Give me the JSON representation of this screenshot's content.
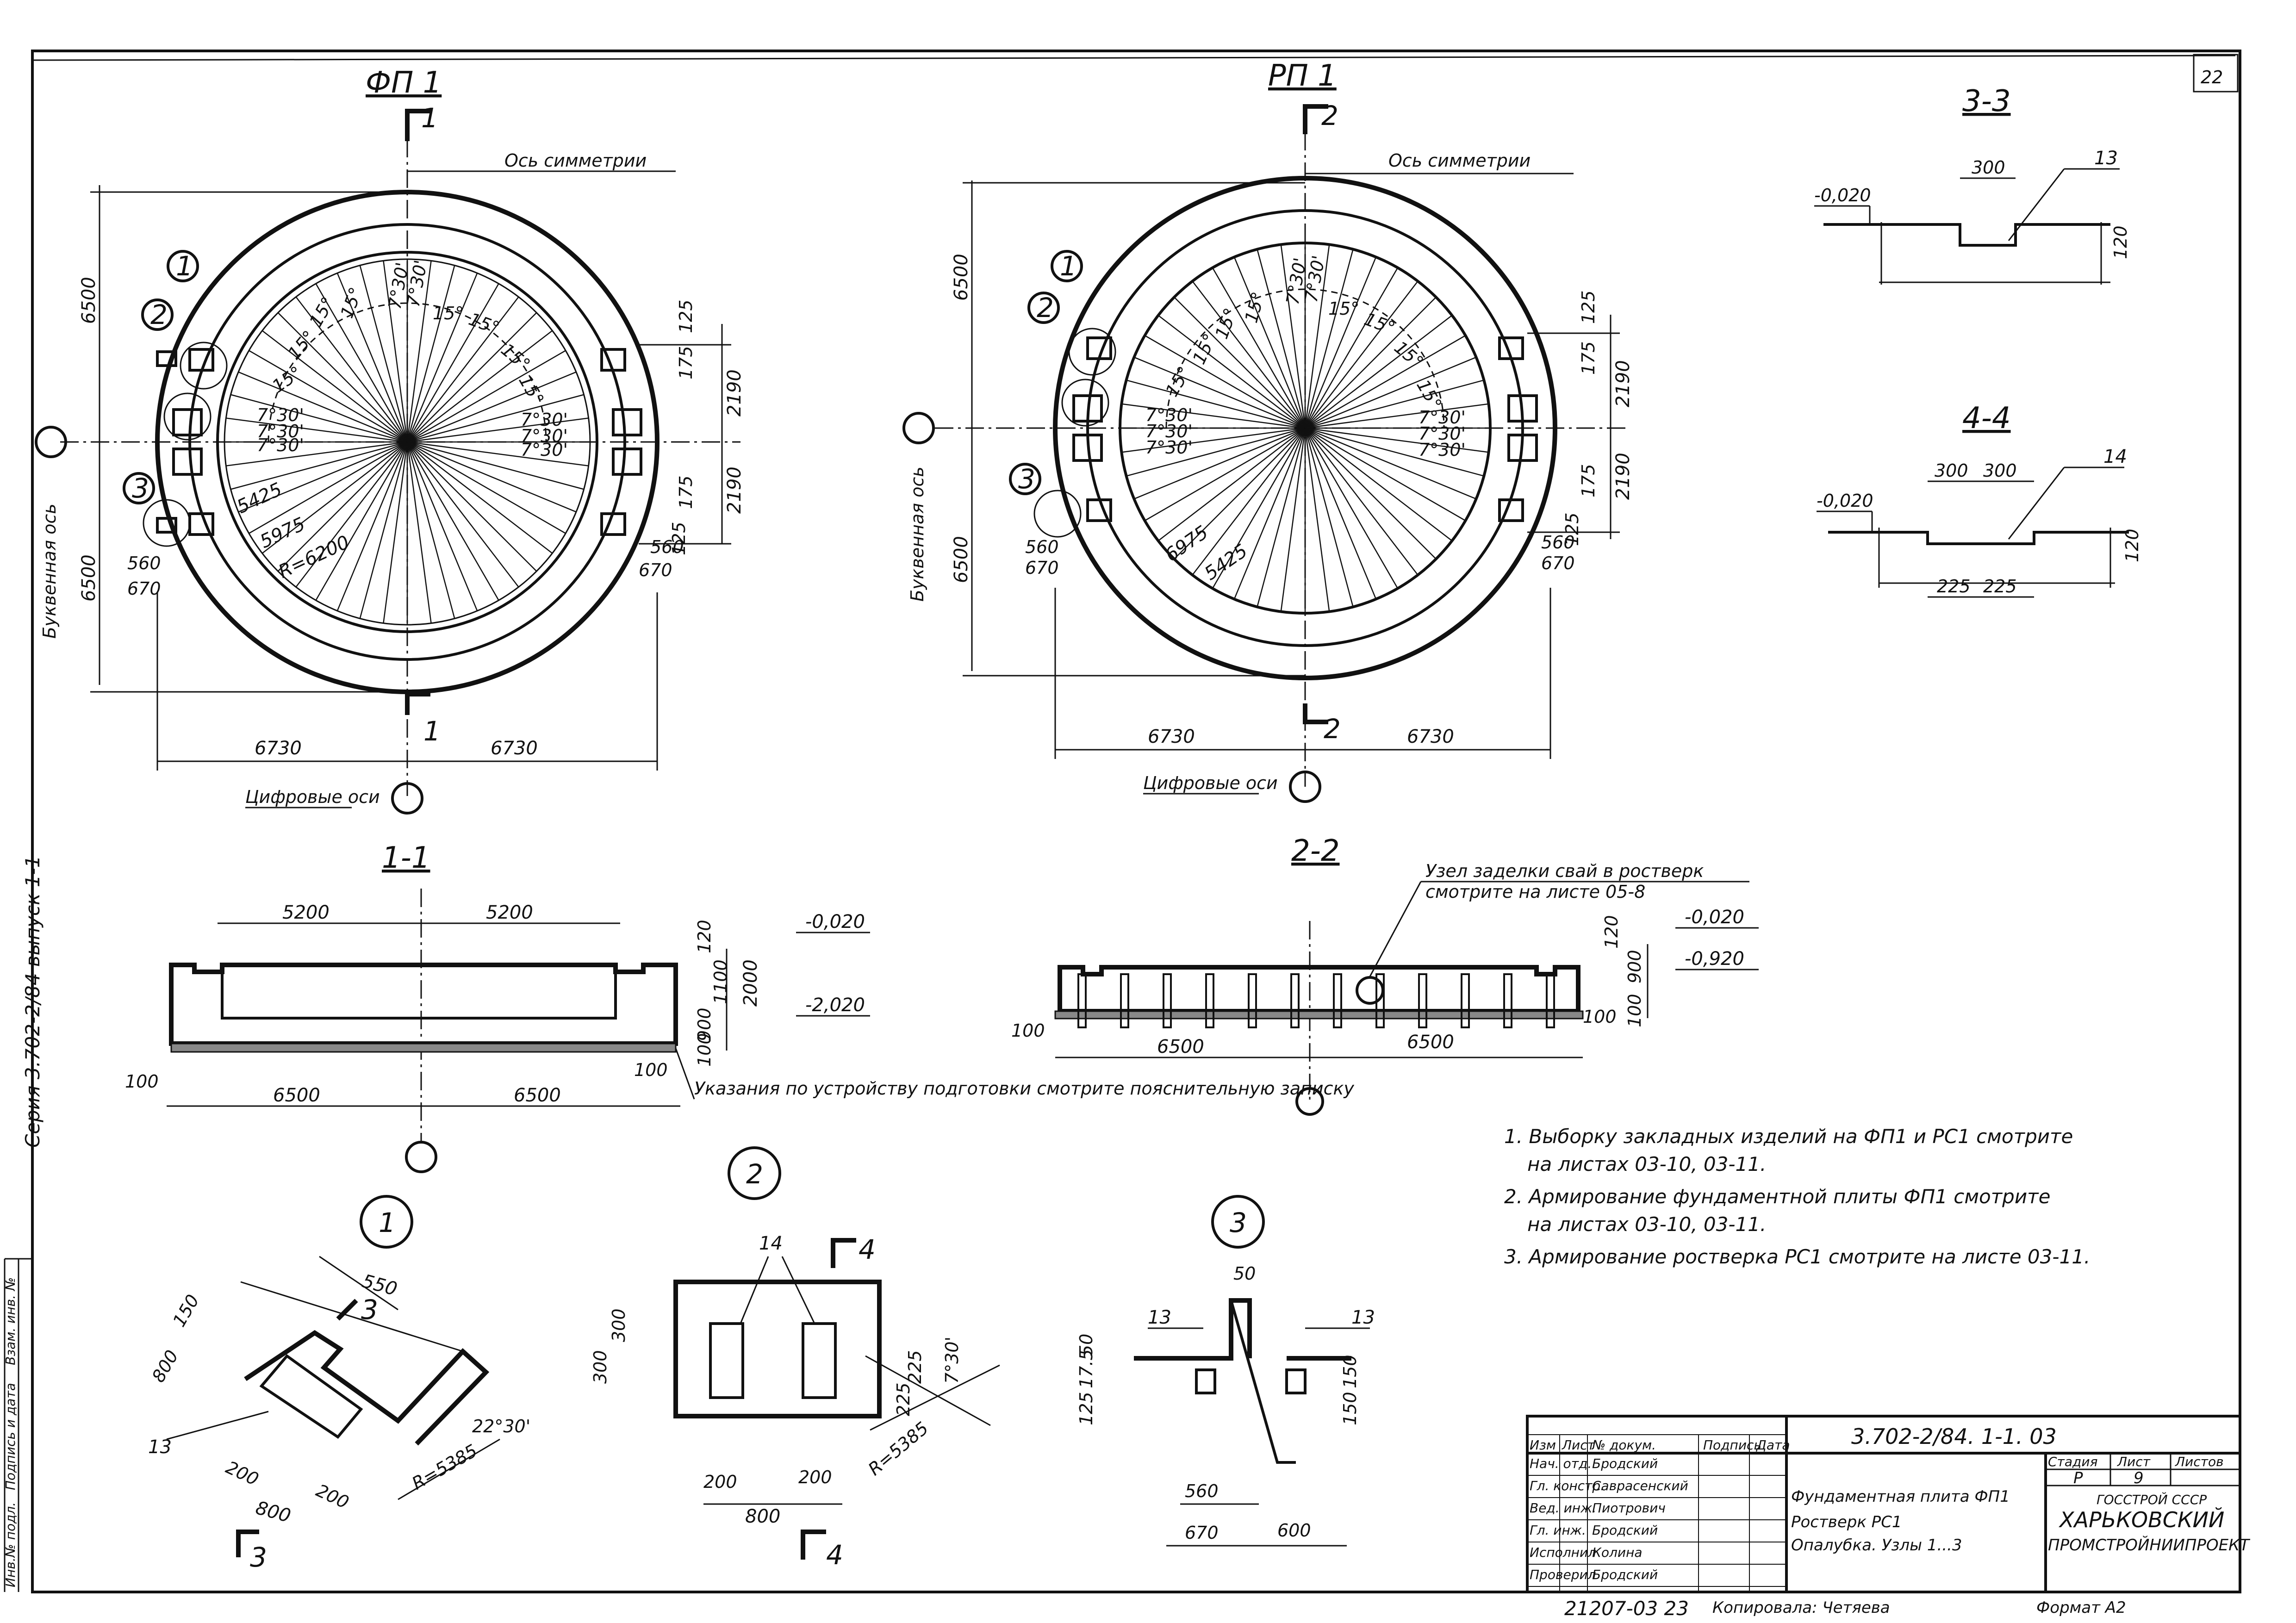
{
  "sheet": {
    "sheet_no": "22",
    "series_label": "Серия 3.702-2/84  выпуск 1-1",
    "left_stamp": [
      "Инв.№ подл.",
      "Подпись и дата",
      "Взам. инв. №"
    ],
    "copy_info": "21207-03   23",
    "copied_by": "Копировала: Четяева",
    "format": "Формат А2"
  },
  "views": {
    "fp1": {
      "title": "ФП 1",
      "axis_of_symmetry": "Ось симметрии",
      "letter_axis": "Буквенная ось",
      "digit_axis": "Цифровые оси",
      "section_mark": "1",
      "angles_15": [
        "15°",
        "15°",
        "15°",
        "15°",
        "15°",
        "15°",
        "15°",
        "15°"
      ],
      "angles_730": [
        "7°30'",
        "7°30'",
        "7°30'",
        "7°30'",
        "7°30'",
        "7°30'",
        "7°30'",
        "7°30'"
      ],
      "radii": [
        "5425",
        "5975",
        "R=6200"
      ],
      "dims": {
        "top_height": "6500",
        "bottom_height": "6500",
        "half_w_left": "6730",
        "half_w_right": "6730",
        "r_top": "125",
        "r_175_top": "175",
        "r_2190_top": "2190",
        "r_2190_bot": "2190",
        "r_175_bot": "175",
        "r_125_bot": "125",
        "r_560": "560",
        "r_670": "670",
        "l_560": "560",
        "l_670": "670"
      },
      "callouts": [
        "1",
        "2",
        "3"
      ]
    },
    "rp1": {
      "title": "РП 1",
      "axis_of_symmetry": "Ось симметрии",
      "letter_axis": "Буквенная ось",
      "digit_axis": "Цифровые оси",
      "section_mark": "2",
      "angles_15": [
        "15°",
        "15°",
        "15°",
        "15°",
        "15°",
        "15°",
        "15°",
        "15°"
      ],
      "angles_730": [
        "7°30'",
        "7°30'",
        "7°30'",
        "7°30'",
        "7°30'",
        "7°30'",
        "7°30'",
        "7°30'"
      ],
      "radii": [
        "6975",
        "5425"
      ],
      "dims": {
        "top_height": "6500",
        "bottom_height": "6500",
        "half_w_left": "6730",
        "half_w_right": "6730",
        "r_top": "125",
        "r_175_top": "175",
        "r_2190_top": "2190",
        "r_2190_bot": "2190",
        "r_175_bot": "175",
        "r_125_bot": "125",
        "l_560": "560",
        "l_670": "670",
        "r_560": "560",
        "r_670": "670"
      },
      "callouts": [
        "1",
        "2",
        "3"
      ]
    },
    "sec33": {
      "title": "3-3",
      "level": "-0,020",
      "w": "300",
      "mark": "13",
      "h": "120"
    },
    "sec44": {
      "title": "4-4",
      "level": "-0,020",
      "w1": "300",
      "w2": "300",
      "mark": "14",
      "h": "120",
      "b1": "225",
      "b2": "225"
    },
    "sec11": {
      "title": "1-1",
      "top_l": "5200",
      "top_r": "5200",
      "lvl1": "-0,020",
      "lvl2": "-2,020",
      "h120": "120",
      "h2000": "2000",
      "h1100": "1100",
      "h900": "900",
      "h100": "100",
      "bot_l": "6500",
      "bot_r": "6500",
      "left100": "100",
      "right100": "100",
      "note": "Указания по устройству подготовки смотрите пояснительную записку"
    },
    "sec22": {
      "title": "2-2",
      "pile_note_1": "Узел заделки свай в ростверк",
      "pile_note_2": "смотрите на листе 05-8",
      "lvl1": "-0,020",
      "lvl2": "-0,920",
      "h120": "120",
      "h900": "900",
      "h100": "100",
      "left100": "100",
      "right100": "100",
      "bot_l": "6500",
      "bot_r": "6500"
    },
    "node1": {
      "num": "1",
      "w550": "550",
      "h150": "150",
      "h800": "800",
      "mark": "13",
      "sec": "3",
      "b200a": "200",
      "b200b": "200",
      "b800": "800",
      "angle": "22°30'",
      "radius": "R=5385"
    },
    "node2": {
      "num": "2",
      "mark": "14",
      "sec": "4",
      "h300a": "300",
      "h300b": "300",
      "r225": "225",
      "r225b": "225",
      "angle": "7°30'",
      "radius": "R=5385",
      "b200a": "200",
      "b200b": "200",
      "b800": "800"
    },
    "node3": {
      "num": "3",
      "top50": "50",
      "mark_l": "13",
      "mark_r": "13",
      "l50": "50",
      "l175": "17.5",
      "l125": "125",
      "r150a": "150",
      "r150b": "150",
      "b560": "560",
      "b670": "670",
      "b600": "600"
    }
  },
  "notes": [
    "1. Выборку закладных изделий на ФП1 и РС1 смотрите",
    "на листах 03-10, 03-11.",
    "2. Армирование фундаментной плиты ФП1 смотрите",
    "на листах 03-10, 03-11.",
    "3. Армирование ростверка РС1 смотрите на листе 03-11."
  ],
  "title_block": {
    "code": "3.702-2/84. 1-1. 03",
    "head": [
      "Изм",
      "Лист",
      "№ докум.",
      "Подпись",
      "Дата"
    ],
    "rows": [
      {
        "role": "Нач. отд.",
        "name": "Бродский"
      },
      {
        "role": "Гл. констр.",
        "name": "Саврасенский"
      },
      {
        "role": "Вед. инж.",
        "name": "Пиотрович"
      },
      {
        "role": "Гл. инж.",
        "name": "Бродский"
      },
      {
        "role": "Исполнил",
        "name": "Колина"
      },
      {
        "role": "Проверил",
        "name": "Бродский"
      }
    ],
    "title_1": "Фундаментная плита ФП1",
    "title_2": "Ростверк РС1",
    "title_3": "Опалубка. Узлы 1...3",
    "stage_h": "Стадия",
    "sheet_h": "Лист",
    "sheets_h": "Листов",
    "stage": "Р",
    "sheet": "9",
    "org_1": "ГОССТРОЙ СССР",
    "org_2": "ХАРЬКОВСКИЙ",
    "org_3": "ПРОМСТРОЙНИИПРОЕКТ"
  }
}
